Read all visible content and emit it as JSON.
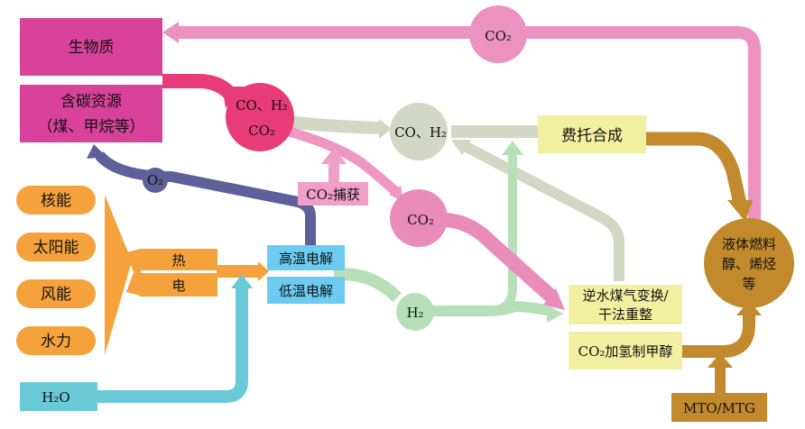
{
  "colors": {
    "biomass": "#d9429a",
    "syngas_red": "#e83c78",
    "co2_pink": "#ea8cbb",
    "co2_light": "#f0a0c8",
    "o2_purple": "#5f5f99",
    "energy_orange": "#f5a23c",
    "electrolysis_blue": "#6ccbf0",
    "h2o_teal": "#69c9d6",
    "h2_green": "#b8e0b8",
    "syngas_gray": "#d2d8c4",
    "process_yellow": "#f2f0a0",
    "fuel_brown": "#c28a2c"
  },
  "nodes": {
    "biomass": "生物质",
    "carbon_resource_1": "含碳资源",
    "carbon_resource_2": "（煤、甲烷等）",
    "syngas_1": "CO、H₂",
    "syngas_2": "CO₂",
    "co2_top": "CO₂",
    "co_h2": "CO、H₂",
    "co2_mid": "CO₂",
    "co2_capture": "CO₂捕获",
    "o2": "O₂",
    "nuclear": "核能",
    "solar": "太阳能",
    "wind": "风能",
    "hydro": "水力",
    "heat": "热",
    "electricity": "电",
    "high_temp_electrolysis": "高温电解",
    "low_temp_electrolysis": "低温电解",
    "h2o": "H₂O",
    "h2": "H₂",
    "fischer_tropsch": "费托合成",
    "rwgs_1": "逆水煤气变换/",
    "rwgs_2": "干法重整",
    "co2_methanol": "CO₂加氢制甲醇",
    "liquid_fuel_1": "液体燃料",
    "liquid_fuel_2": "醇、烯烃",
    "liquid_fuel_3": "等",
    "mto_mtg": "MTO/MTG"
  }
}
